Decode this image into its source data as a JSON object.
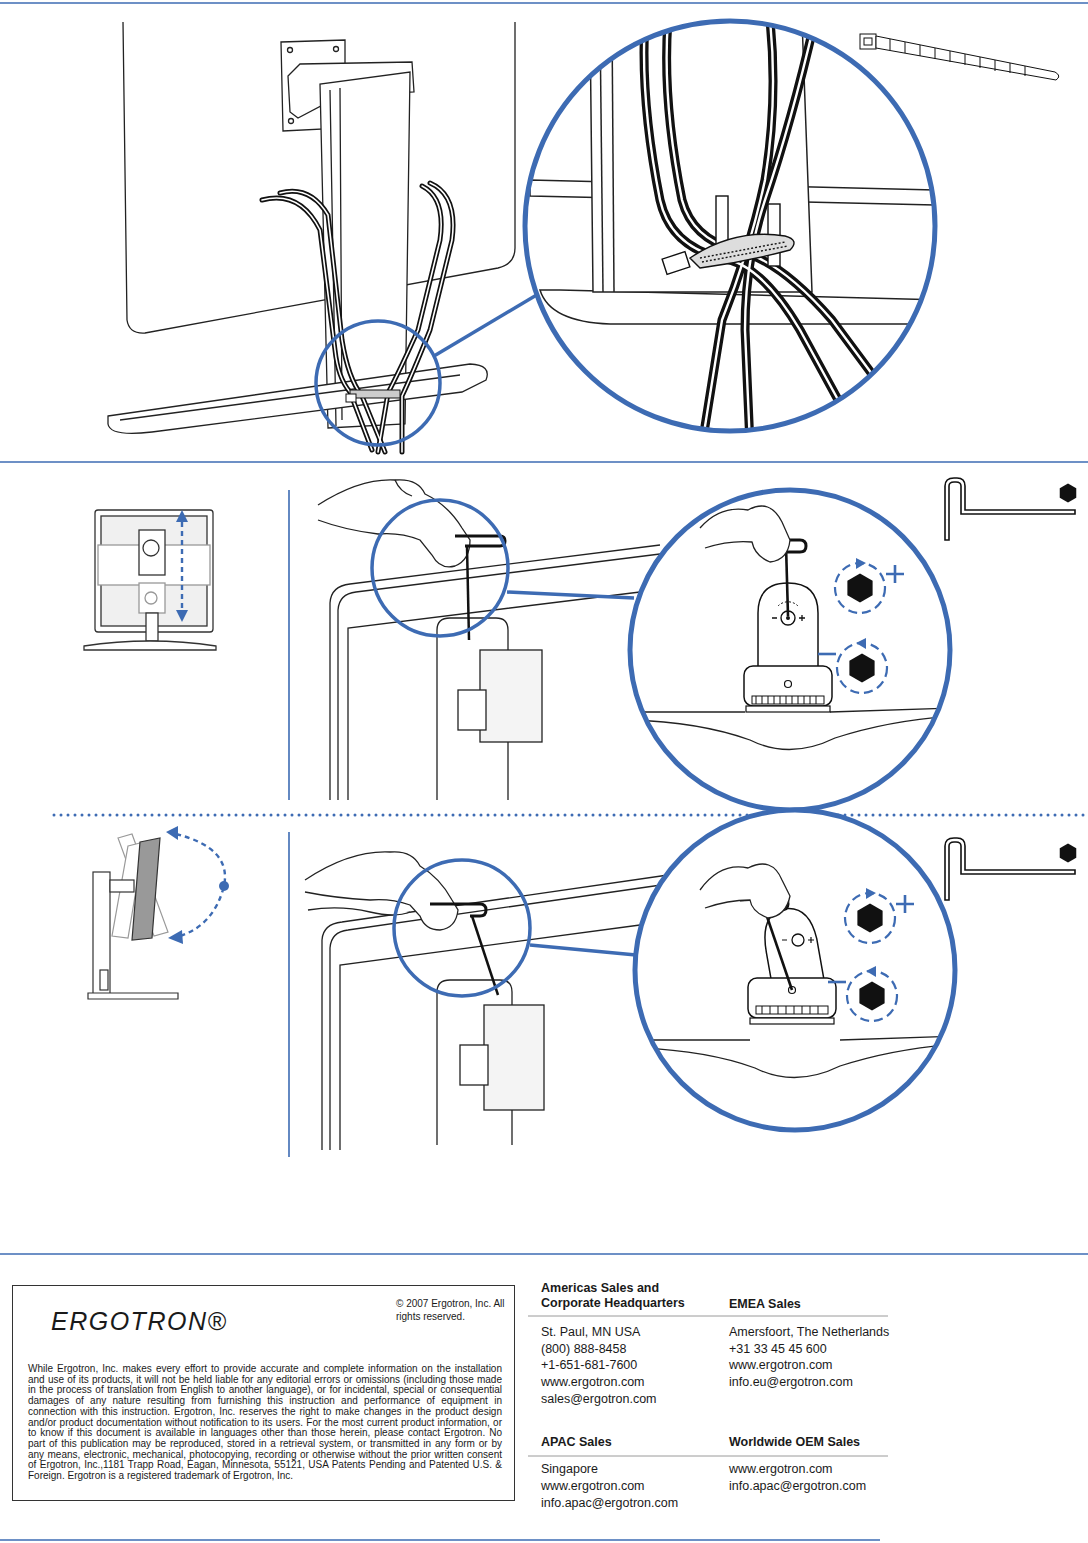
{
  "diagram": {
    "nodes": [
      {
        "text": [
          "ERGOTRON®",
          "© 2007 Ergotron, Inc. All rights reserved.",
          "While Ergotron, Inc. makes every effort to provide accurate and complete information on the installation and use of its products, it will not be held liable for any editorial errors or omissions (including those made in the process of translation from English to another language), or for incidental, special or consequential damages of any nature resulting from furnishing this instruction and performance of equipment in connection with this instruction. Ergotron, Inc. reserves the right to make changes in the product design and/or product documentation without notification to its users. For the most current product information, or to know if this document is available in languages other than those herein, please contact Ergotron. No part of this publication may be reproduced, stored in a retrieval system, or transmitted in any form or by any means, electronic, mechanical, photocopying, recording or otherwise without the prior written consent of Ergotron, Inc.,1181 Trapp Road, Eagan, Minnesota, 55121, USA Patents Pending and Patented U.S. & Foreign. Ergotron is a registered trademark of Ergotron, Inc."
        ]
      }
    ],
    "labels": [
      "Americas Sales and Corporate Headquarters",
      "St. Paul, MN USA",
      "(800) 888-8458",
      "+1-651-681-7600",
      "www.ergotron.com",
      "sales@ergotron.com",
      "EMEA Sales",
      "Amersfoort, The Netherlands",
      "+31 33 45 45 600",
      "www.ergotron.com",
      "info.eu@ergotron.com",
      "APAC Sales",
      "Singapore",
      "www.ergotron.com",
      "info.apac@ergotron.com",
      "Worldwide OEM Sales",
      "www.ergotron.com",
      "info.apac@ergotron.com"
    ]
  }
}
